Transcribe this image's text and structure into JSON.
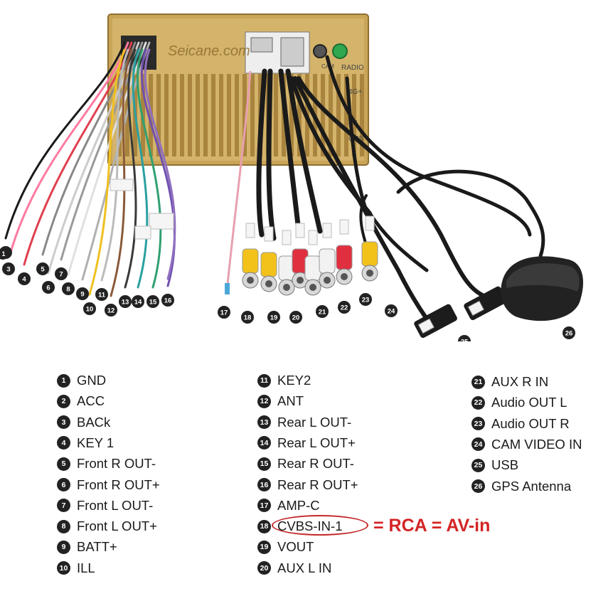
{
  "device": {
    "brand_text": "Seicane.com",
    "port_labels": {
      "radio": "RADIO",
      "fourg": "4G+",
      "fourg_b": "4G",
      "gps": "GPS",
      "cam": "CAM"
    }
  },
  "legend": [
    {
      "num": "1",
      "label": "GND"
    },
    {
      "num": "2",
      "label": "ACC"
    },
    {
      "num": "3",
      "label": "BACk"
    },
    {
      "num": "4",
      "label": "KEY 1"
    },
    {
      "num": "5",
      "label": "Front R OUT-"
    },
    {
      "num": "6",
      "label": "Front R OUT+"
    },
    {
      "num": "7",
      "label": "Front L OUT-"
    },
    {
      "num": "8",
      "label": "Front L OUT+"
    },
    {
      "num": "9",
      "label": "BATT+"
    },
    {
      "num": "10",
      "label": "ILL"
    },
    {
      "num": "11",
      "label": "KEY2"
    },
    {
      "num": "12",
      "label": "ANT"
    },
    {
      "num": "13",
      "label": "Rear L OUT-"
    },
    {
      "num": "14",
      "label": "Rear L OUT+"
    },
    {
      "num": "15",
      "label": "Rear R OUT-"
    },
    {
      "num": "16",
      "label": "Rear R OUT+"
    },
    {
      "num": "17",
      "label": "AMP-C"
    },
    {
      "num": "18",
      "label": "CVBS-IN-1"
    },
    {
      "num": "19",
      "label": "VOUT"
    },
    {
      "num": "20",
      "label": "AUX L IN"
    },
    {
      "num": "21",
      "label": "AUX R IN"
    },
    {
      "num": "22",
      "label": "Audio OUT L"
    },
    {
      "num": "23",
      "label": "Audio OUT R"
    },
    {
      "num": "24",
      "label": "CAM VIDEO IN"
    },
    {
      "num": "25",
      "label": "USB"
    },
    {
      "num": "26",
      "label": "GPS Antenna"
    }
  ],
  "annotation": {
    "text": "= RCA = AV-in",
    "color": "#d42424"
  },
  "colors": {
    "gold": "#caa65a",
    "gold_dark": "#9c7a38",
    "cable": "#1a1a1a",
    "rca_yellow": "#f2c21a",
    "rca_red": "#e03040",
    "rca_white": "#f2f2f2"
  }
}
